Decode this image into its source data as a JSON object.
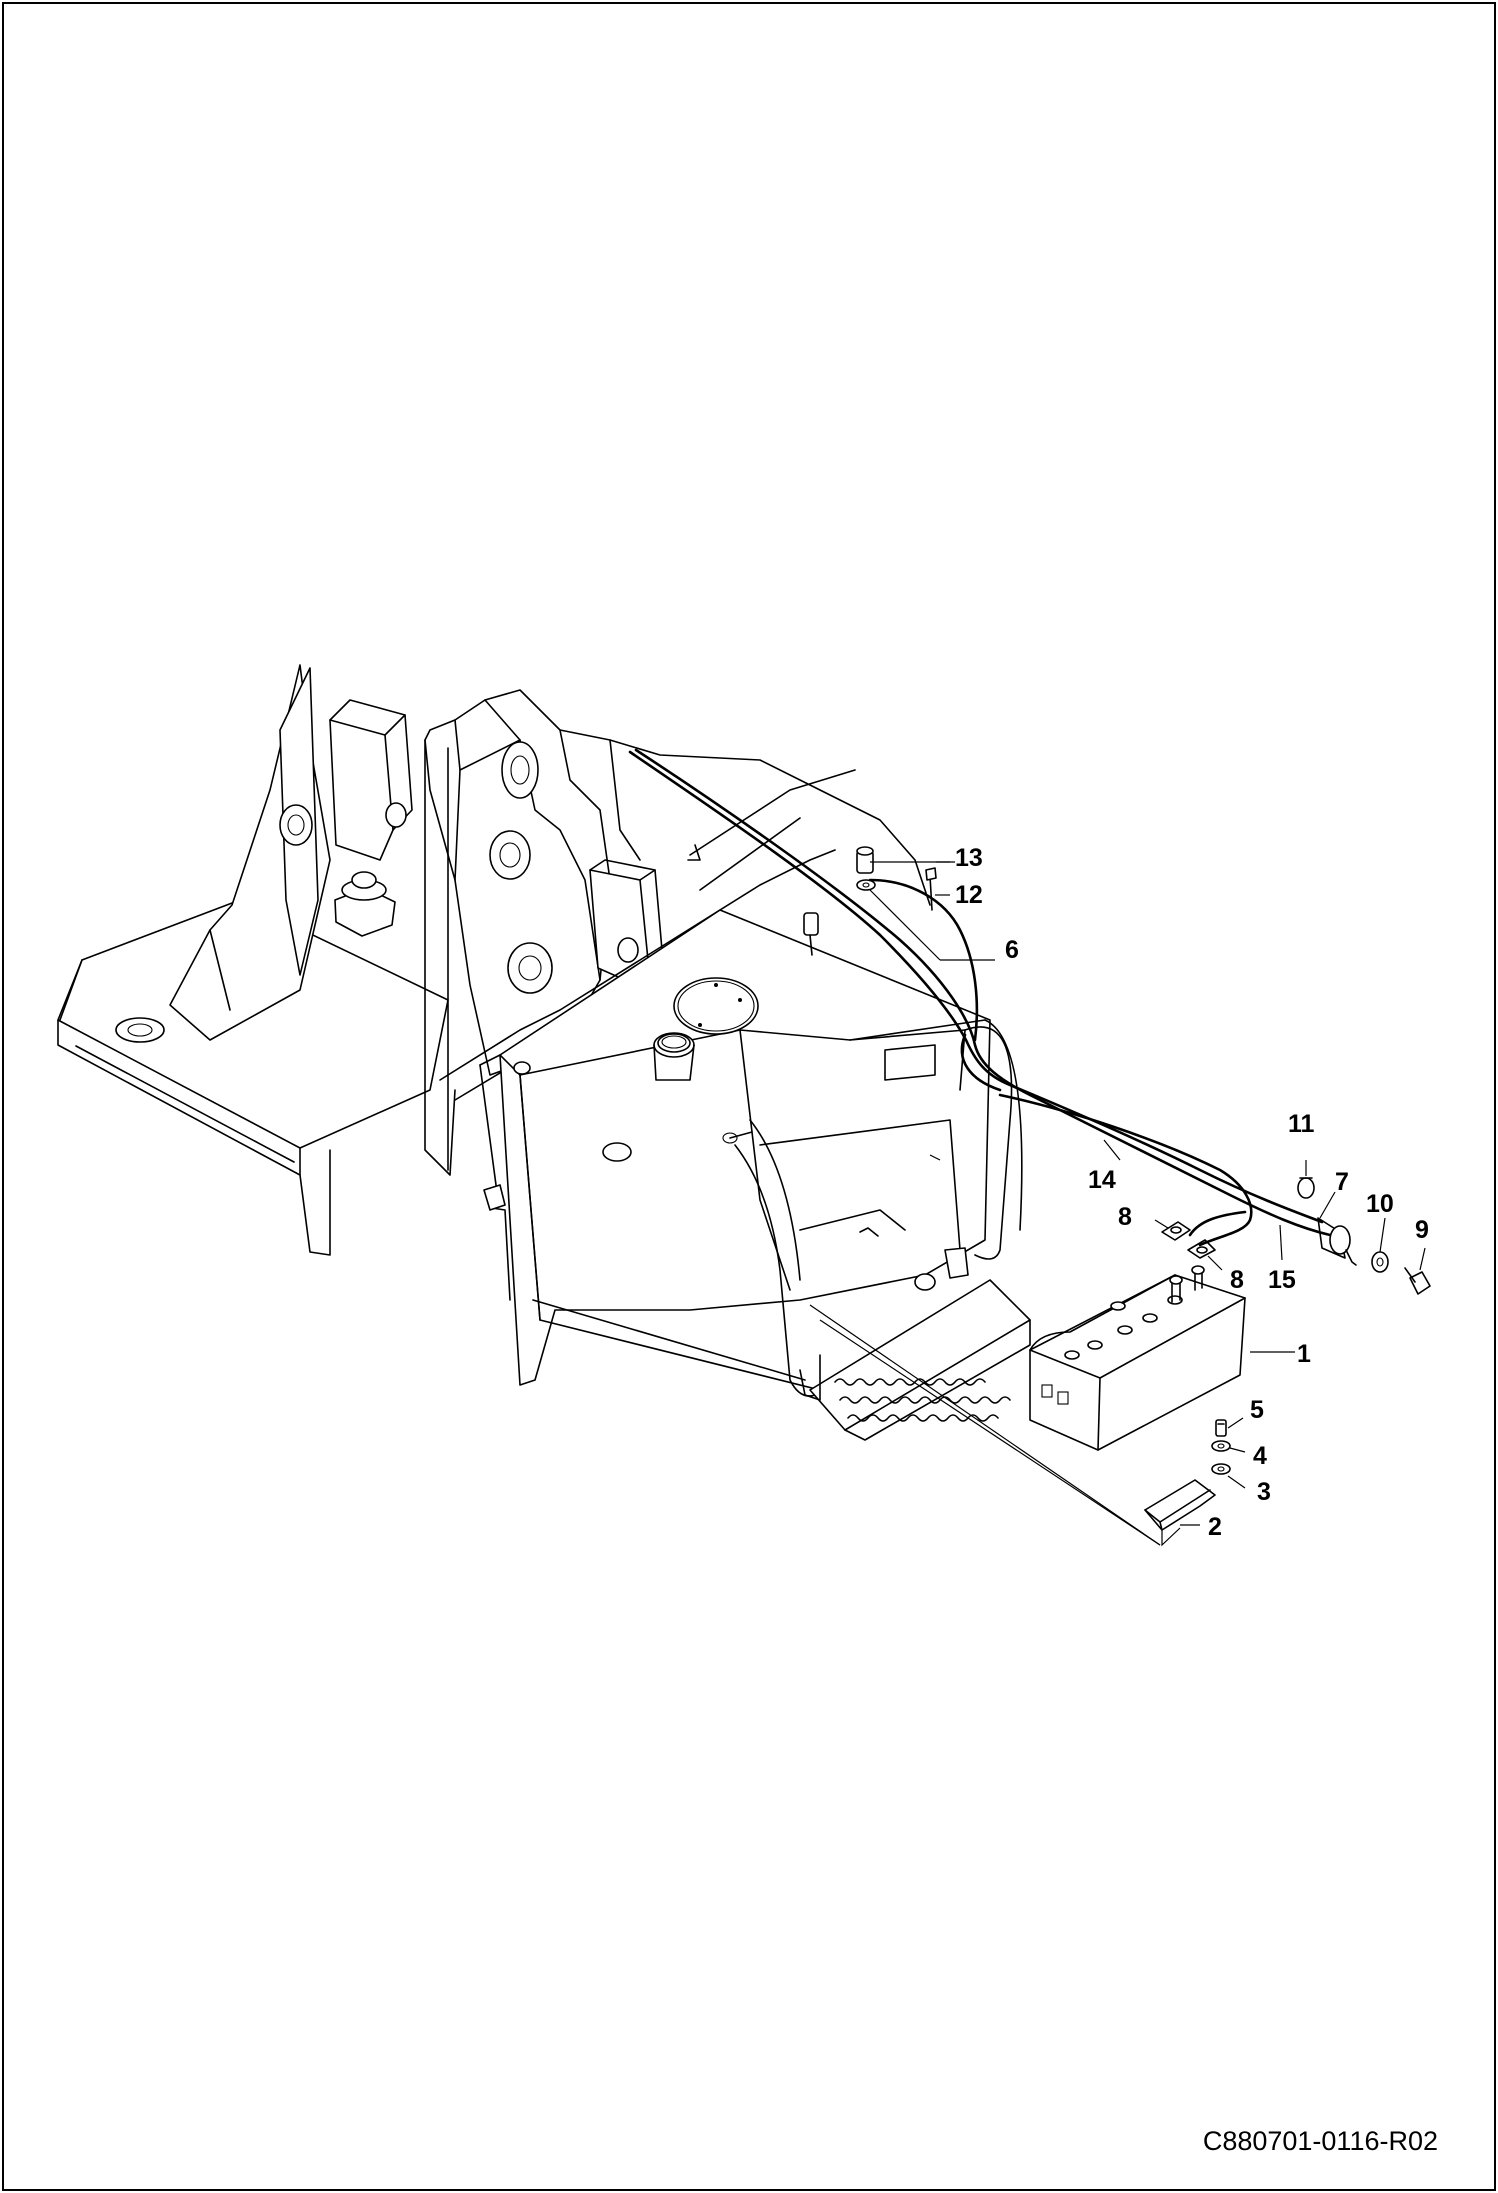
{
  "drawing_number": "C880701-0116-R02",
  "callouts": [
    {
      "id": "1",
      "label": "1"
    },
    {
      "id": "2",
      "label": "2"
    },
    {
      "id": "3",
      "label": "3"
    },
    {
      "id": "4",
      "label": "4"
    },
    {
      "id": "5",
      "label": "5"
    },
    {
      "id": "6",
      "label": "6"
    },
    {
      "id": "7",
      "label": "7"
    },
    {
      "id": "8a",
      "label": "8"
    },
    {
      "id": "8b",
      "label": "8"
    },
    {
      "id": "9",
      "label": "9"
    },
    {
      "id": "10",
      "label": "10"
    },
    {
      "id": "11",
      "label": "11"
    },
    {
      "id": "12",
      "label": "12"
    },
    {
      "id": "13",
      "label": "13"
    },
    {
      "id": "14",
      "label": "14"
    },
    {
      "id": "15",
      "label": "15"
    }
  ]
}
